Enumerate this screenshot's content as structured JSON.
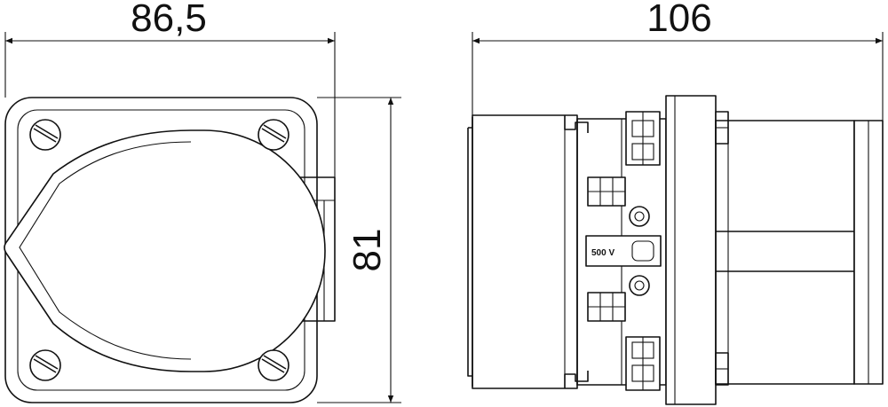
{
  "dimensions": {
    "front_width": "86,5",
    "height": "81",
    "side_depth": "106"
  },
  "labels": {
    "voltage": "500 V"
  },
  "colors": {
    "line": "#111111",
    "background": "#ffffff"
  }
}
